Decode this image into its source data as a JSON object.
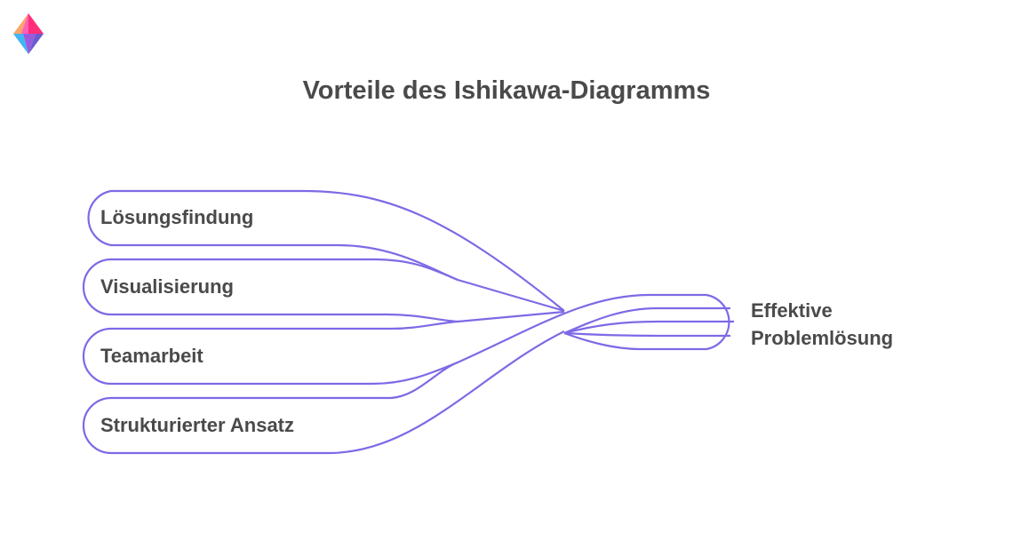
{
  "title": "Vorteile des Ishikawa-Diagramms",
  "causes": [
    {
      "label": "Lösungsfindung"
    },
    {
      "label": "Visualisierung"
    },
    {
      "label": "Teamarbeit"
    },
    {
      "label": "Strukturierter Ansatz"
    }
  ],
  "effect": {
    "line1": "Effektive",
    "line2": "Problemlösung"
  },
  "colors": {
    "stroke": "#7d6ae6",
    "text": "#4a4a4a"
  },
  "logo_icon": "gem-logo-icon"
}
